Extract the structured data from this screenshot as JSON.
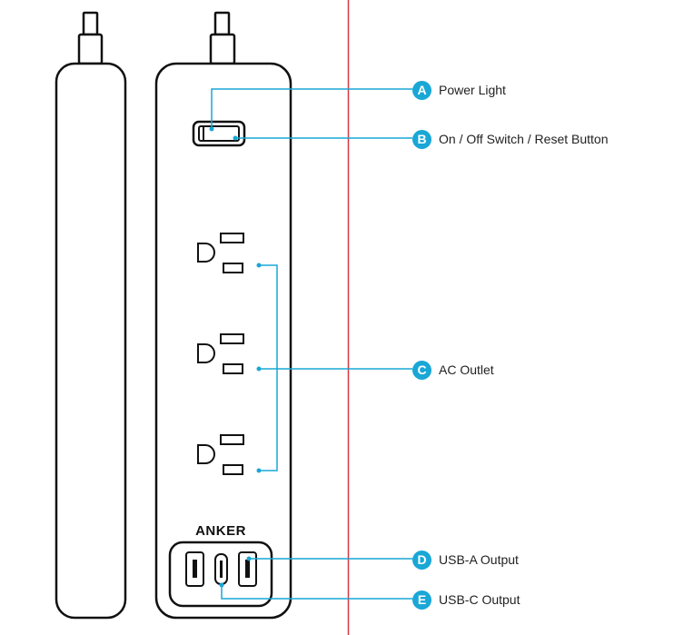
{
  "brand_label": "ANKER",
  "accent_color": "#19a7d6",
  "divider_color": "#d9363e",
  "outline_color": "#111111",
  "callouts": [
    {
      "letter": "A",
      "label": "Power Light"
    },
    {
      "letter": "B",
      "label": "On / Off Switch / Reset Button"
    },
    {
      "letter": "C",
      "label": "AC Outlet"
    },
    {
      "letter": "D",
      "label": "USB-A Output"
    },
    {
      "letter": "E",
      "label": "USB-C Output"
    }
  ]
}
